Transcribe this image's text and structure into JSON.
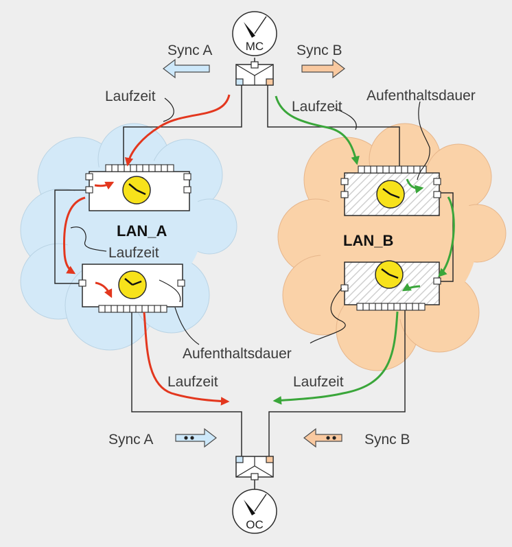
{
  "colors": {
    "background": "#eeeeee",
    "lan_a_cloud": "#d3e9f8",
    "lan_b_cloud": "#fad2a8",
    "path_red": "#e3371e",
    "path_green": "#3aa63a",
    "clock_face": "#f7e21b",
    "sync_a_arrow": "#cde8fa",
    "sync_b_arrow": "#f9c9a0"
  },
  "labels": {
    "mc": "MC",
    "oc": "OC",
    "sync_a_top": "Sync A",
    "sync_b_top": "Sync B",
    "laufzeit_top_left": "Laufzeit",
    "laufzeit_top_right": "Laufzeit",
    "aufenthaltsdauer_top": "Aufenthaltsdauer",
    "lan_a": "LAN_A",
    "lan_b": "LAN_B",
    "laufzeit_lan_a": "Laufzeit",
    "aufenthaltsdauer_bottom": "Aufenthaltsdauer",
    "laufzeit_bottom_left": "Laufzeit",
    "laufzeit_bottom_right": "Laufzeit",
    "sync_a_bottom": "Sync A",
    "sync_b_bottom": "Sync B"
  },
  "icons": {
    "master_clock": "stopwatch-icon",
    "ordinary_clock": "stopwatch-icon",
    "switch_clock": "clock-icon"
  }
}
